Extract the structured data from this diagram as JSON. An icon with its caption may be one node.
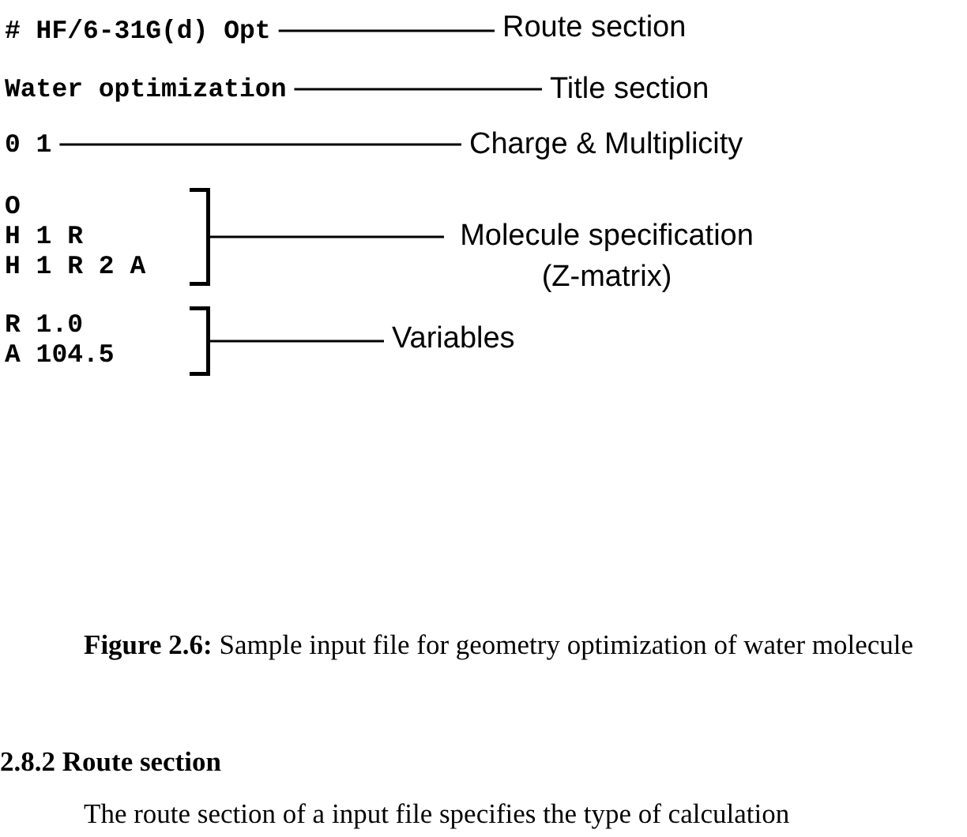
{
  "diagram": {
    "caption": "**Figure 2.6:** Sample input file for geometry optimization of water molecule",
    "nodes": [
      {
        "text": [
          "# HF/6-31G(d) Opt"
        ]
      },
      {
        "text": [
          "Route section"
        ]
      },
      {
        "text": [
          "Water optimization"
        ]
      },
      {
        "text": [
          "Title section"
        ]
      },
      {
        "text": [
          "0 1"
        ]
      },
      {
        "text": [
          "Charge & Multiplicity"
        ]
      },
      {
        "text": [
          "O",
          "H 1 R",
          "H 1 R 2 A"
        ]
      },
      {
        "text": [
          "Molecule specification (Z-matrix)"
        ]
      },
      {
        "text": [
          "R 1.0",
          "A 104.5"
        ]
      },
      {
        "text": [
          "Variables"
        ]
      }
    ],
    "edges": [
      {
        "from": 0,
        "to": 1,
        "arrow": "none"
      },
      {
        "from": 2,
        "to": 3,
        "arrow": "none"
      },
      {
        "from": 4,
        "to": 5,
        "arrow": "none"
      },
      {
        "from": 6,
        "to": 7,
        "arrow": "none"
      },
      {
        "from": 8,
        "to": 9,
        "arrow": "none"
      }
    ],
    "labels": [
      "2.8.2 Route section",
      "The route section of a input file specifies the type of calculation"
    ]
  }
}
